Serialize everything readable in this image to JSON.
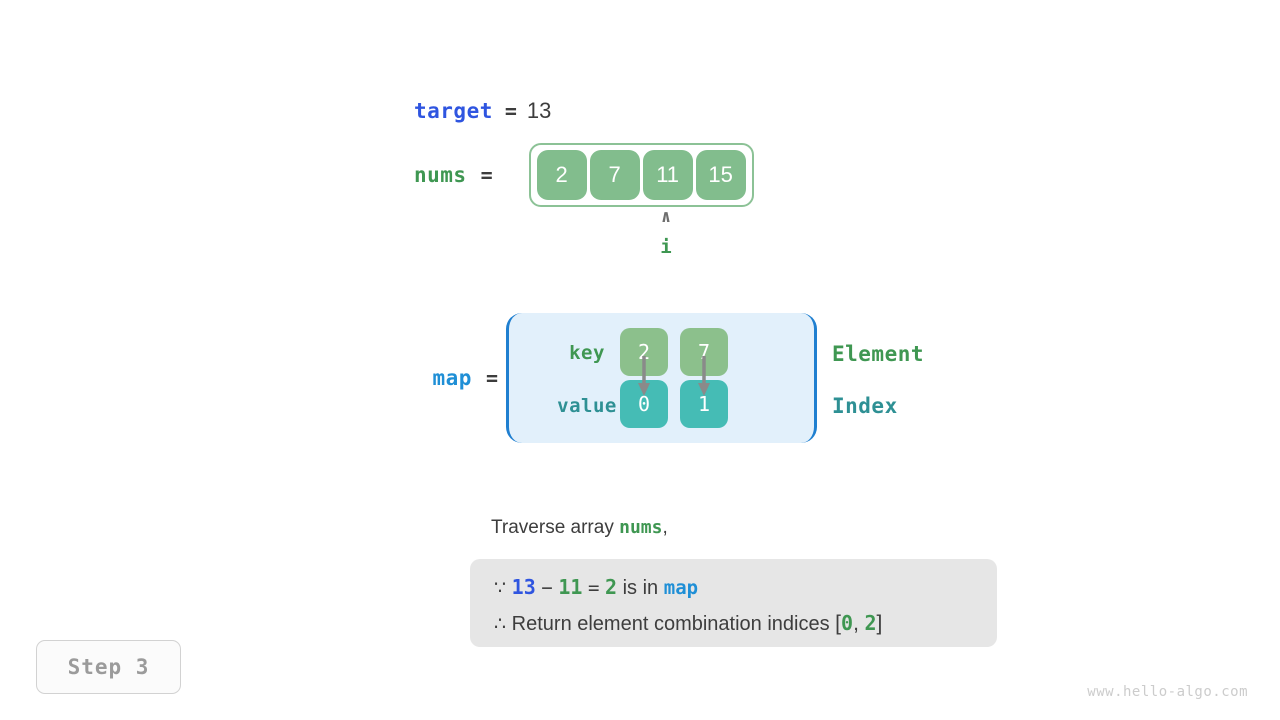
{
  "target": {
    "label": "target",
    "equals": "=",
    "value": "13"
  },
  "nums": {
    "label": "nums",
    "equals": "=",
    "cells": [
      "2",
      "7",
      "11",
      "15"
    ]
  },
  "pointer": {
    "caret": "∧",
    "label": "i",
    "points_to_index": 2
  },
  "map": {
    "label": "map",
    "equals": "=",
    "key_row_label": "key",
    "value_row_label": "value",
    "keys": [
      "2",
      "7"
    ],
    "values": [
      "0",
      "1"
    ],
    "side_labels": {
      "element": "Element",
      "index": "Index"
    }
  },
  "description": {
    "prefix": "Traverse array ",
    "keyword": "nums",
    "suffix": ","
  },
  "note": {
    "line1": {
      "because_symbol": "∵",
      "a": "13",
      "minus": "−",
      "b": "11",
      "eq": "=",
      "result": "2",
      "text": "is in",
      "map_kw": "map"
    },
    "line2": {
      "therefore_symbol": "∴",
      "text": "Return element combination indices",
      "open_bracket": "[",
      "idx1": "0",
      "comma": ",",
      "idx2": "2",
      "close_bracket": "]"
    }
  },
  "step_badge": "Step 3",
  "watermark": "www.hello-algo.com",
  "colors": {
    "target_blue": "#2f55e0",
    "nums_green": "#3f9752",
    "map_blue": "#1f8fd6",
    "cell_green": "#82bd8d",
    "key_green": "#8cc08c",
    "value_teal": "#45bcb5",
    "map_bg": "#e2f0fb",
    "map_border": "#1f7fd0",
    "note_bg": "#e6e6e6",
    "index_teal": "#2e9094",
    "text_dark": "#3d3d3d",
    "arrow_gray": "#8a8a8a"
  }
}
